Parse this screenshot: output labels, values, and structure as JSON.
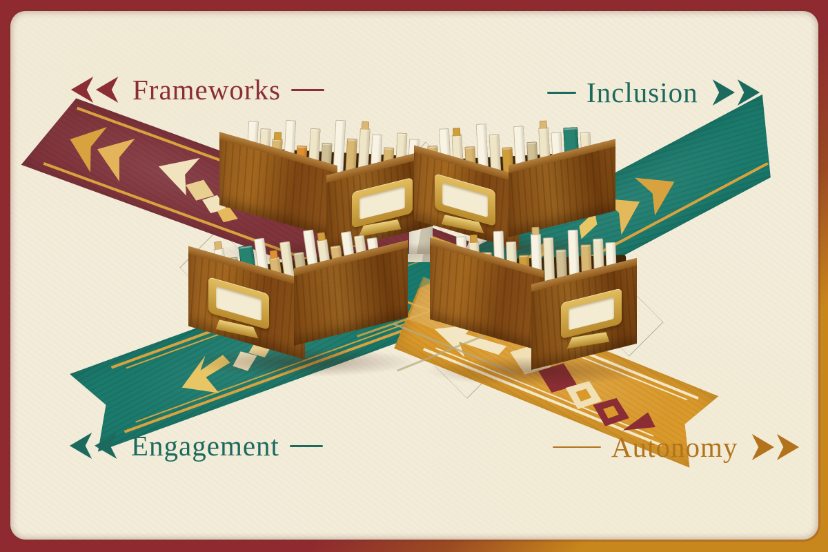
{
  "labels": {
    "frameworks": {
      "text": "Frameworks"
    },
    "inclusion": {
      "text": "Inclusion"
    },
    "engagement": {
      "text": "Engagement"
    },
    "autonomy": {
      "text": "Autonomy"
    }
  },
  "palette": {
    "frame_red": "#8e2a30",
    "frame_gold": "#c8871c",
    "paper": "#f2ecd9",
    "maroon": "#80343c",
    "maroon_text": "#8a2d34",
    "teal": "#1b7a6c",
    "teal_text": "#1c6a5e",
    "gold": "#d9992b",
    "gold_text": "#b3731c",
    "gold_stripe": "#d8a33f",
    "cream": "#f3e8c8",
    "wood": "#8a5017",
    "brass": "#d4a940"
  },
  "drawers": [
    {
      "id": "top-left",
      "cards": [
        [
          "gold",
          72,
          null
        ],
        [
          "white",
          98,
          null
        ],
        [
          "cream",
          88,
          null
        ],
        [
          "tan",
          74,
          "gold"
        ],
        [
          "white",
          102,
          null
        ],
        [
          "orange",
          66,
          null
        ],
        [
          "cream",
          92,
          null
        ],
        [
          "khaki",
          72,
          null
        ],
        [
          "white",
          106,
          null
        ],
        [
          "tan",
          80,
          null
        ],
        [
          "cream",
          96,
          "tan"
        ],
        [
          "white",
          88,
          null
        ],
        [
          "tan",
          70,
          null
        ],
        [
          "cream",
          92,
          null
        ],
        [
          "white",
          84,
          null
        ]
      ]
    },
    {
      "id": "top-right",
      "cards": [
        [
          "tan",
          76,
          null
        ],
        [
          "white",
          100,
          null
        ],
        [
          "cream",
          90,
          "gold"
        ],
        [
          "tan",
          72,
          null
        ],
        [
          "white",
          104,
          null
        ],
        [
          "cream",
          88,
          null
        ],
        [
          "gold",
          68,
          null
        ],
        [
          "white",
          98,
          null
        ],
        [
          "khaki",
          74,
          null
        ],
        [
          "cream",
          94,
          "tan"
        ],
        [
          "white",
          86,
          null
        ],
        [
          "teal",
          92,
          null
        ],
        [
          "cream",
          84,
          null
        ]
      ]
    },
    {
      "id": "mid-left",
      "cards": [
        [
          "cream",
          86,
          null
        ],
        [
          "white",
          98,
          "tan"
        ],
        [
          "sage",
          82,
          null
        ],
        [
          "teal",
          96,
          null
        ],
        [
          "white",
          104,
          null
        ],
        [
          "tan",
          74,
          "orange"
        ],
        [
          "cream",
          94,
          null
        ],
        [
          "khaki",
          76,
          null
        ],
        [
          "white",
          106,
          null
        ],
        [
          "cream",
          90,
          "gold"
        ],
        [
          "tan",
          78,
          null
        ],
        [
          "white",
          96,
          null
        ],
        [
          "cream",
          88,
          null
        ],
        [
          "white",
          82,
          null
        ]
      ]
    },
    {
      "id": "mid-right",
      "cards": [
        [
          "tan",
          78,
          "khaki"
        ],
        [
          "white",
          100,
          null
        ],
        [
          "cream",
          92,
          "gold"
        ],
        [
          "tan",
          76,
          null
        ],
        [
          "white",
          106,
          null
        ],
        [
          "cream",
          90,
          null
        ],
        [
          "gold",
          70,
          null
        ],
        [
          "white",
          100,
          "tan"
        ],
        [
          "cream",
          94,
          null
        ],
        [
          "khaki",
          76,
          null
        ],
        [
          "white",
          104,
          null
        ],
        [
          "tan",
          82,
          null
        ],
        [
          "cream",
          90,
          null
        ],
        [
          "white",
          84,
          null
        ]
      ]
    }
  ]
}
